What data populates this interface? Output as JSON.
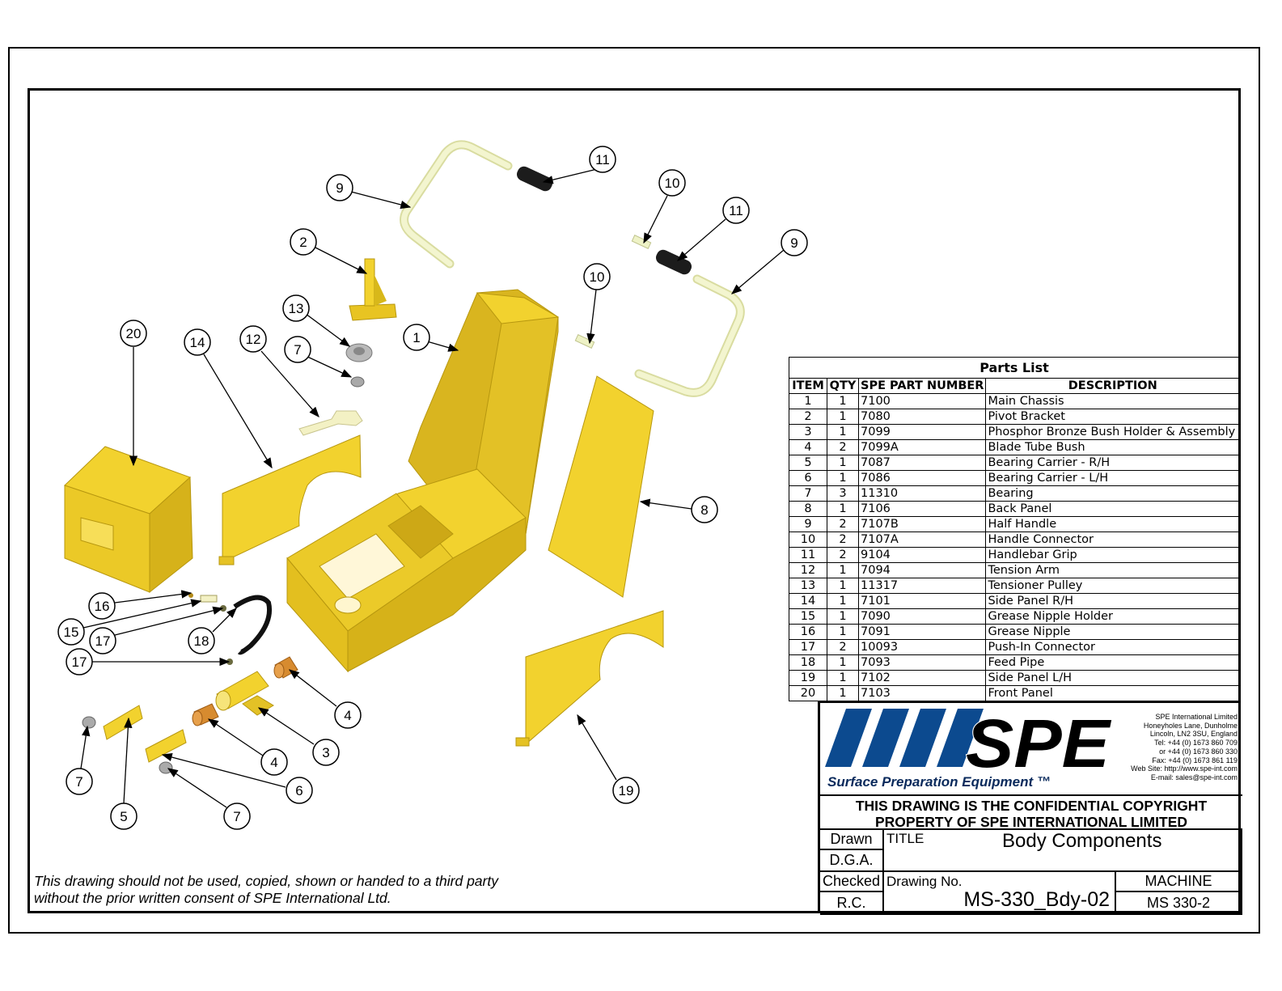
{
  "drawing": {
    "callouts": [
      "1",
      "2",
      "3",
      "4",
      "4",
      "5",
      "6",
      "7",
      "7",
      "7",
      "8",
      "9",
      "9",
      "10",
      "10",
      "11",
      "11",
      "12",
      "13",
      "14",
      "15",
      "16",
      "17",
      "17",
      "18",
      "19",
      "20"
    ]
  },
  "parts_list": {
    "title": "Parts List",
    "headers": [
      "ITEM",
      "QTY",
      "SPE PART NUMBER",
      "DESCRIPTION"
    ],
    "rows": [
      [
        "1",
        "1",
        "7100",
        "Main Chassis"
      ],
      [
        "2",
        "1",
        "7080",
        "Pivot Bracket"
      ],
      [
        "3",
        "1",
        "7099",
        "Phosphor Bronze Bush Holder & Assembly"
      ],
      [
        "4",
        "2",
        "7099A",
        "Blade Tube Bush"
      ],
      [
        "5",
        "1",
        "7087",
        "Bearing Carrier - R/H"
      ],
      [
        "6",
        "1",
        "7086",
        "Bearing Carrier - L/H"
      ],
      [
        "7",
        "3",
        "11310",
        "Bearing"
      ],
      [
        "8",
        "1",
        "7106",
        "Back Panel"
      ],
      [
        "9",
        "2",
        "7107B",
        "Half Handle"
      ],
      [
        "10",
        "2",
        "7107A",
        "Handle Connector"
      ],
      [
        "11",
        "2",
        "9104",
        "Handlebar Grip"
      ],
      [
        "12",
        "1",
        "7094",
        "Tension Arm"
      ],
      [
        "13",
        "1",
        "11317",
        "Tensioner Pulley"
      ],
      [
        "14",
        "1",
        "7101",
        "Side Panel R/H"
      ],
      [
        "15",
        "1",
        "7090",
        "Grease Nipple Holder"
      ],
      [
        "16",
        "1",
        "7091",
        "Grease Nipple"
      ],
      [
        "17",
        "2",
        "10093",
        "Push-In Connector"
      ],
      [
        "18",
        "1",
        "7093",
        "Feed Pipe"
      ],
      [
        "19",
        "1",
        "7102",
        "Side Panel L/H"
      ],
      [
        "20",
        "1",
        "7103",
        "Front Panel"
      ]
    ]
  },
  "title_block": {
    "logo_text": "SPE",
    "tagline": "Surface Preparation Equipment ™",
    "company_lines": [
      "SPE International Limited",
      "Honeyholes Lane, Dunholme",
      "Lincoln, LN2 3SU, England",
      "Tel: +44 (0) 1673 860 709",
      "or +44 (0) 1673 860 330",
      "Fax: +44 (0) 1673 861 119",
      "Web Site: http://www.spe-int.com",
      "E-mail: sales@spe-int.com"
    ],
    "confidential_line1": "THIS DRAWING IS THE CONFIDENTIAL COPYRIGHT",
    "confidential_line2": "PROPERTY OF SPE INTERNATIONAL LIMITED",
    "drawn_label": "Drawn",
    "drawn_by": "D.G.A.",
    "checked_label": "Checked",
    "checked_by": "R.C.",
    "title_label": "TITLE",
    "title": "Body Components",
    "drawing_no_label": "Drawing No.",
    "drawing_no": "MS-330_Bdy-02",
    "machine_label": "MACHINE",
    "machine": "MS 330-2"
  },
  "footer_note": {
    "line1": "This drawing should not be used, copied, shown or handed to a third party",
    "line2": "without the prior written consent of SPE International Ltd."
  },
  "colors": {
    "part_yellow": "#f2d22e",
    "part_yellow_dark": "#c9a815",
    "handle": "#f1f3c8",
    "logo_blue": "#0c4a8f"
  }
}
